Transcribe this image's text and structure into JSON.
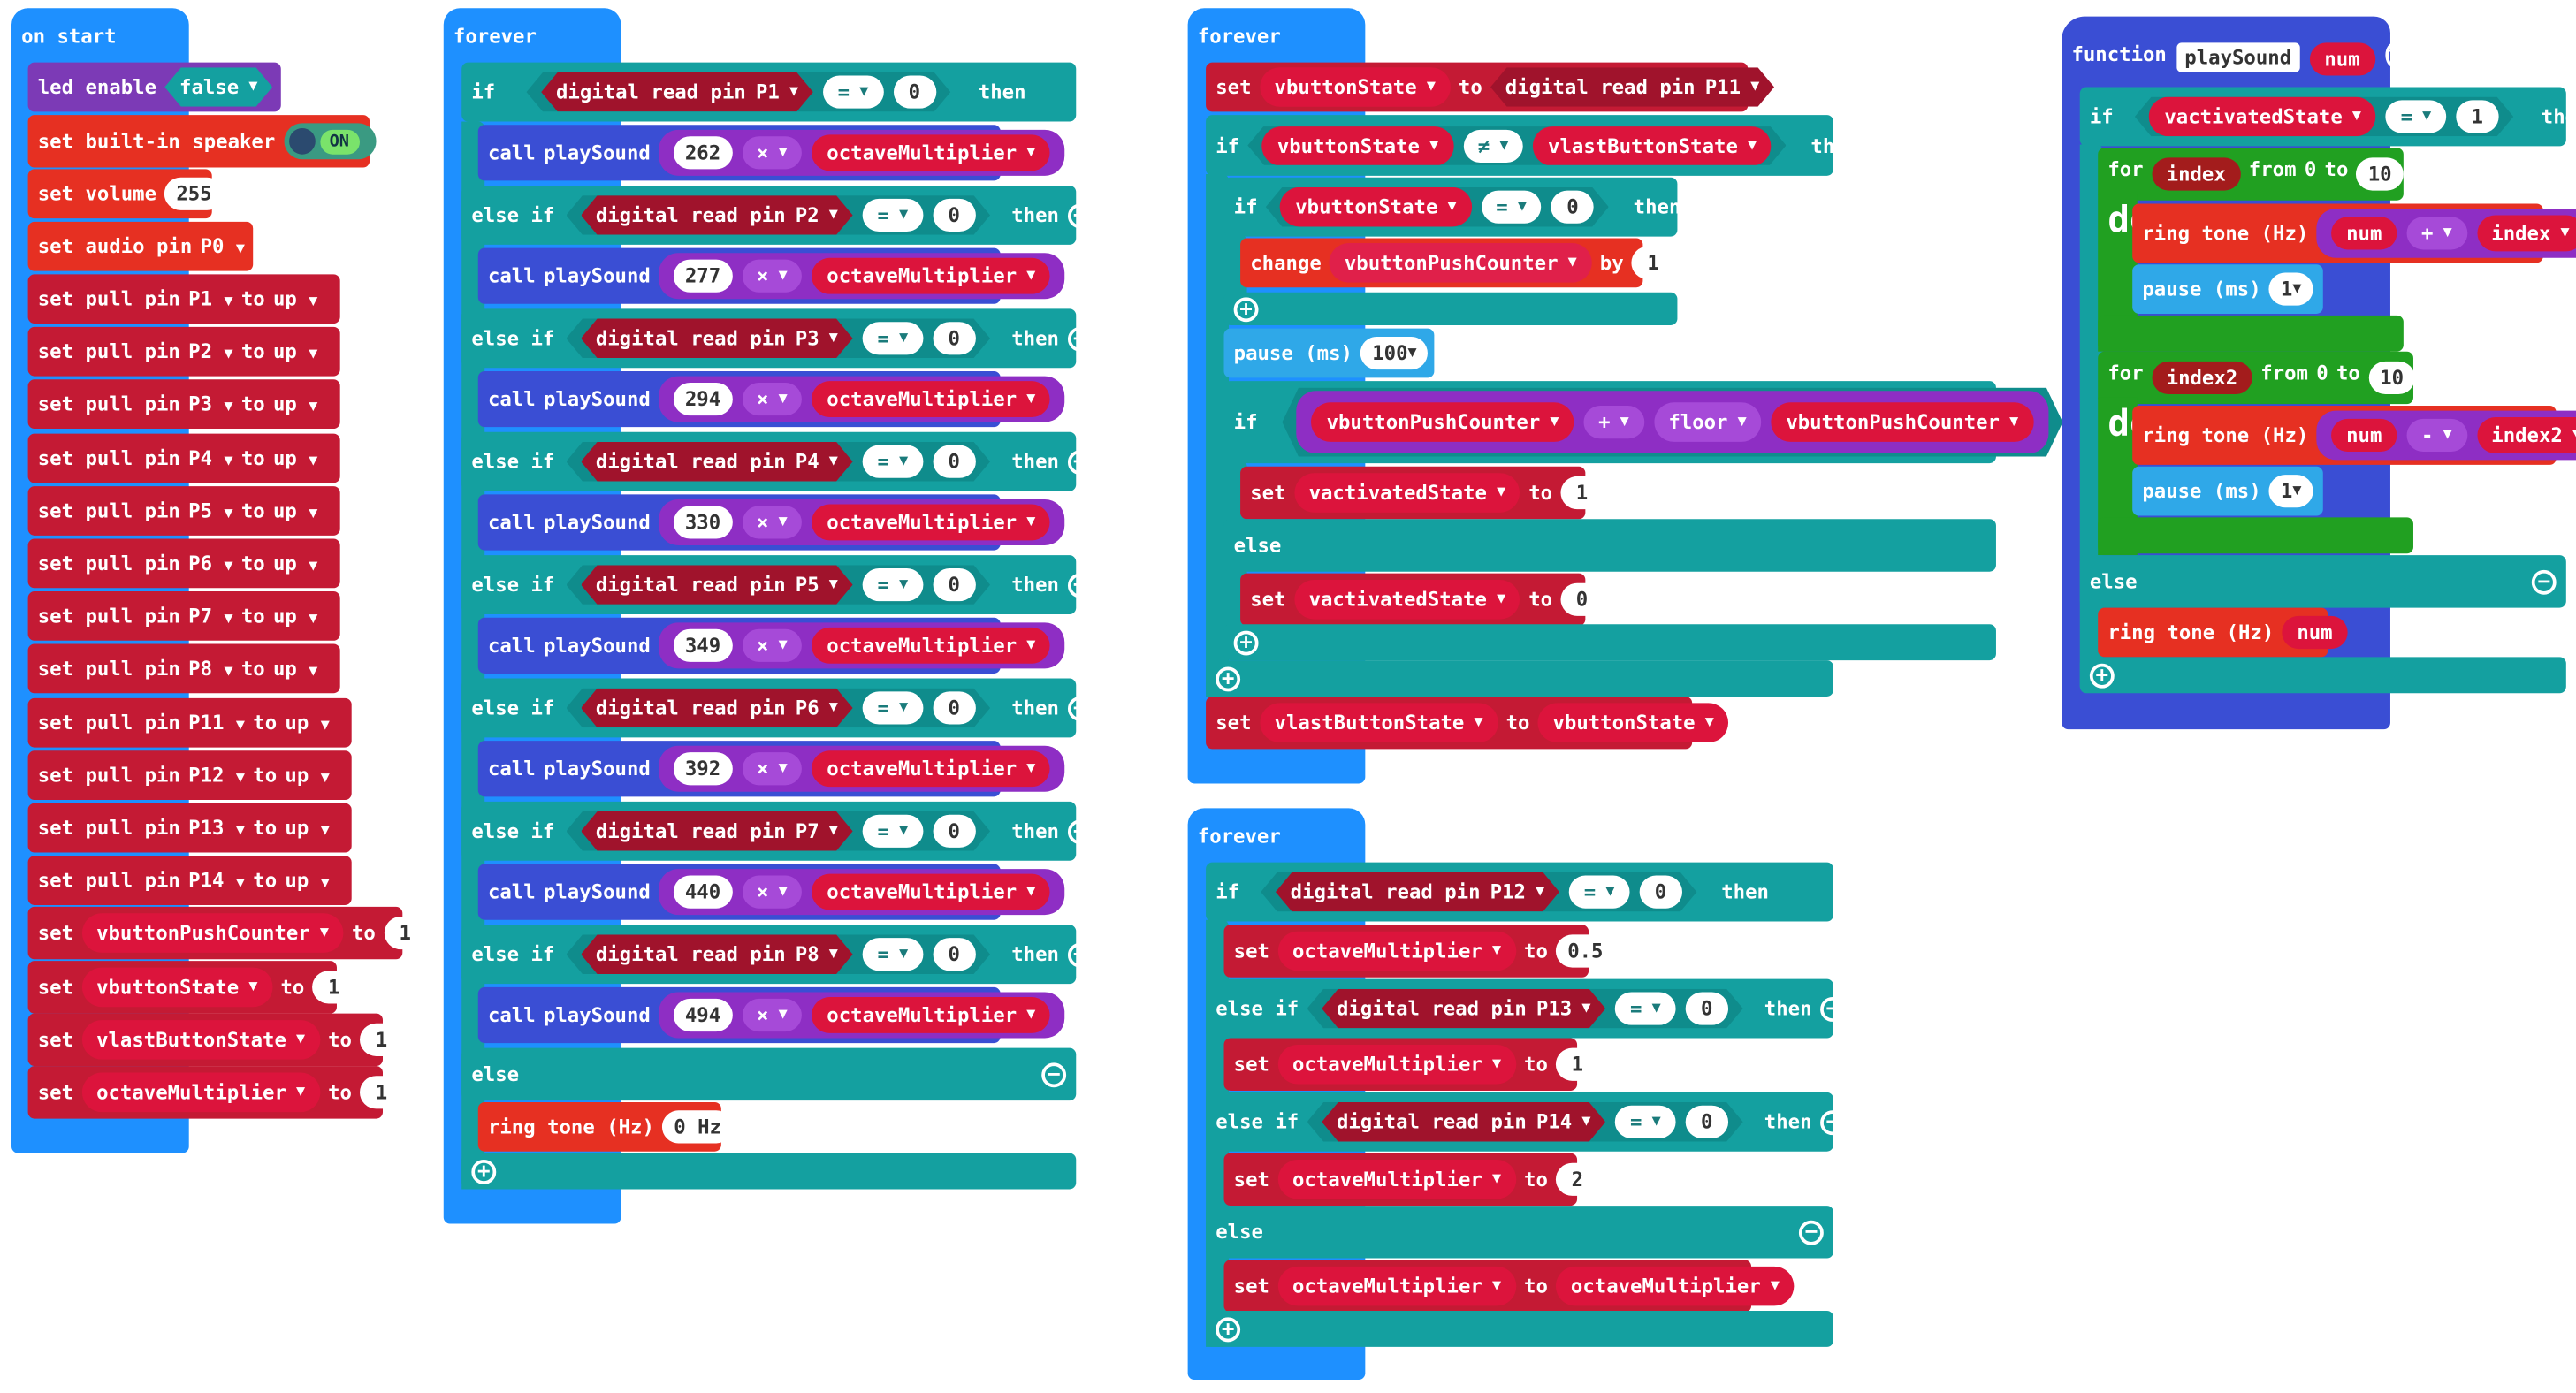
{
  "kw": {
    "on_start": "on start",
    "forever": "forever",
    "if": "if",
    "then": "then",
    "else_if": "else if",
    "else": "else",
    "set": "set",
    "to": "to",
    "call": "call",
    "by": "by",
    "do": "do",
    "for": "for",
    "from": "from",
    "function": "function",
    "change": "change",
    "floor": "floor",
    "times": "×",
    "eq": "=",
    "ne": "≠",
    "plus": "+",
    "minus": "-",
    "ring_tone": "ring tone (Hz)",
    "pause_ms": "pause (ms)",
    "digital_read": "digital read pin",
    "set_pull_pin": "set pull pin",
    "up": "up",
    "led_enable": "led enable",
    "false": "false",
    "set_builtin_speaker": "set built-in speaker",
    "on": "ON",
    "set_volume": "set volume",
    "set_audio_pin": "set audio pin",
    "P0": "P0",
    "zero": "0",
    "one": "1",
    "two": "2",
    "half": "0.5",
    "hundred": "100",
    "ten": "10",
    "hz0": "0 Hz",
    "vol": "255"
  },
  "vars": {
    "vbuttonPushCounter": "vbuttonPushCounter",
    "vbuttonState": "vbuttonState",
    "vlastButtonState": "vlastButtonState",
    "octaveMultiplier": "octaveMultiplier",
    "vactivatedState": "vactivatedState",
    "playSound": "playSound",
    "num": "num",
    "index": "index",
    "index2": "index2"
  },
  "pins": {
    "p1": "P1",
    "p2": "P2",
    "p3": "P3",
    "p4": "P4",
    "p5": "P5",
    "p6": "P6",
    "p7": "P7",
    "p8": "P8",
    "p11": "P11",
    "p12": "P12",
    "p13": "P13",
    "p14": "P14"
  },
  "freqs": {
    "f1": "262",
    "f2": "277",
    "f3": "294",
    "f4": "330",
    "f5": "349",
    "f6": "392",
    "f7": "440",
    "f8": "494"
  },
  "colors": {
    "events": "#1e90ff",
    "logic": "#14a0a0",
    "pins": "#c41a34",
    "music": "#e63022",
    "variables": "#dc143c",
    "math": "#8e2ec4",
    "loops": "#21a021",
    "functions": "#3a4ed4"
  }
}
